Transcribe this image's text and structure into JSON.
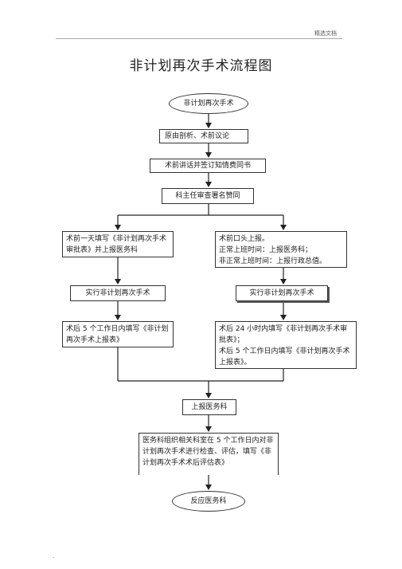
{
  "header": {
    "text": "精选文档"
  },
  "title": "非计划再次手术流程图",
  "nodes": {
    "start": "非计划再次手术",
    "analysis": "原由剖析、术前议论",
    "consent": "术前讲话并签订知情费同书",
    "director": "科主任审查署名赞同",
    "left_report": "术前一天填写《非计划再次手术审批表》并上报医务科",
    "right_report": [
      "术前口头上报。",
      "正常上班时间：上报医务科；",
      "非正常上班时间：上报行政总值。"
    ],
    "left_surgery": "实行非计划再次手术",
    "right_surgery": "实行非计划再次手术",
    "left_post": "术后 5 个工作日内填写《非计划再次手术上报表》",
    "right_post": [
      "术后  24  小时内填写《非计划再次手术审批表》；",
      "术后 5 个工作日内填写《非计划再次手术上报表》。"
    ],
    "report_office": "上报医务科",
    "evaluation": "医务科组织相关科室在    5 个工作日内对非计划再次手术进行检查、评估，填写《非计划再次手术术后评估表》",
    "feedback": "反应医务科"
  },
  "footer": {
    "mark": "."
  }
}
